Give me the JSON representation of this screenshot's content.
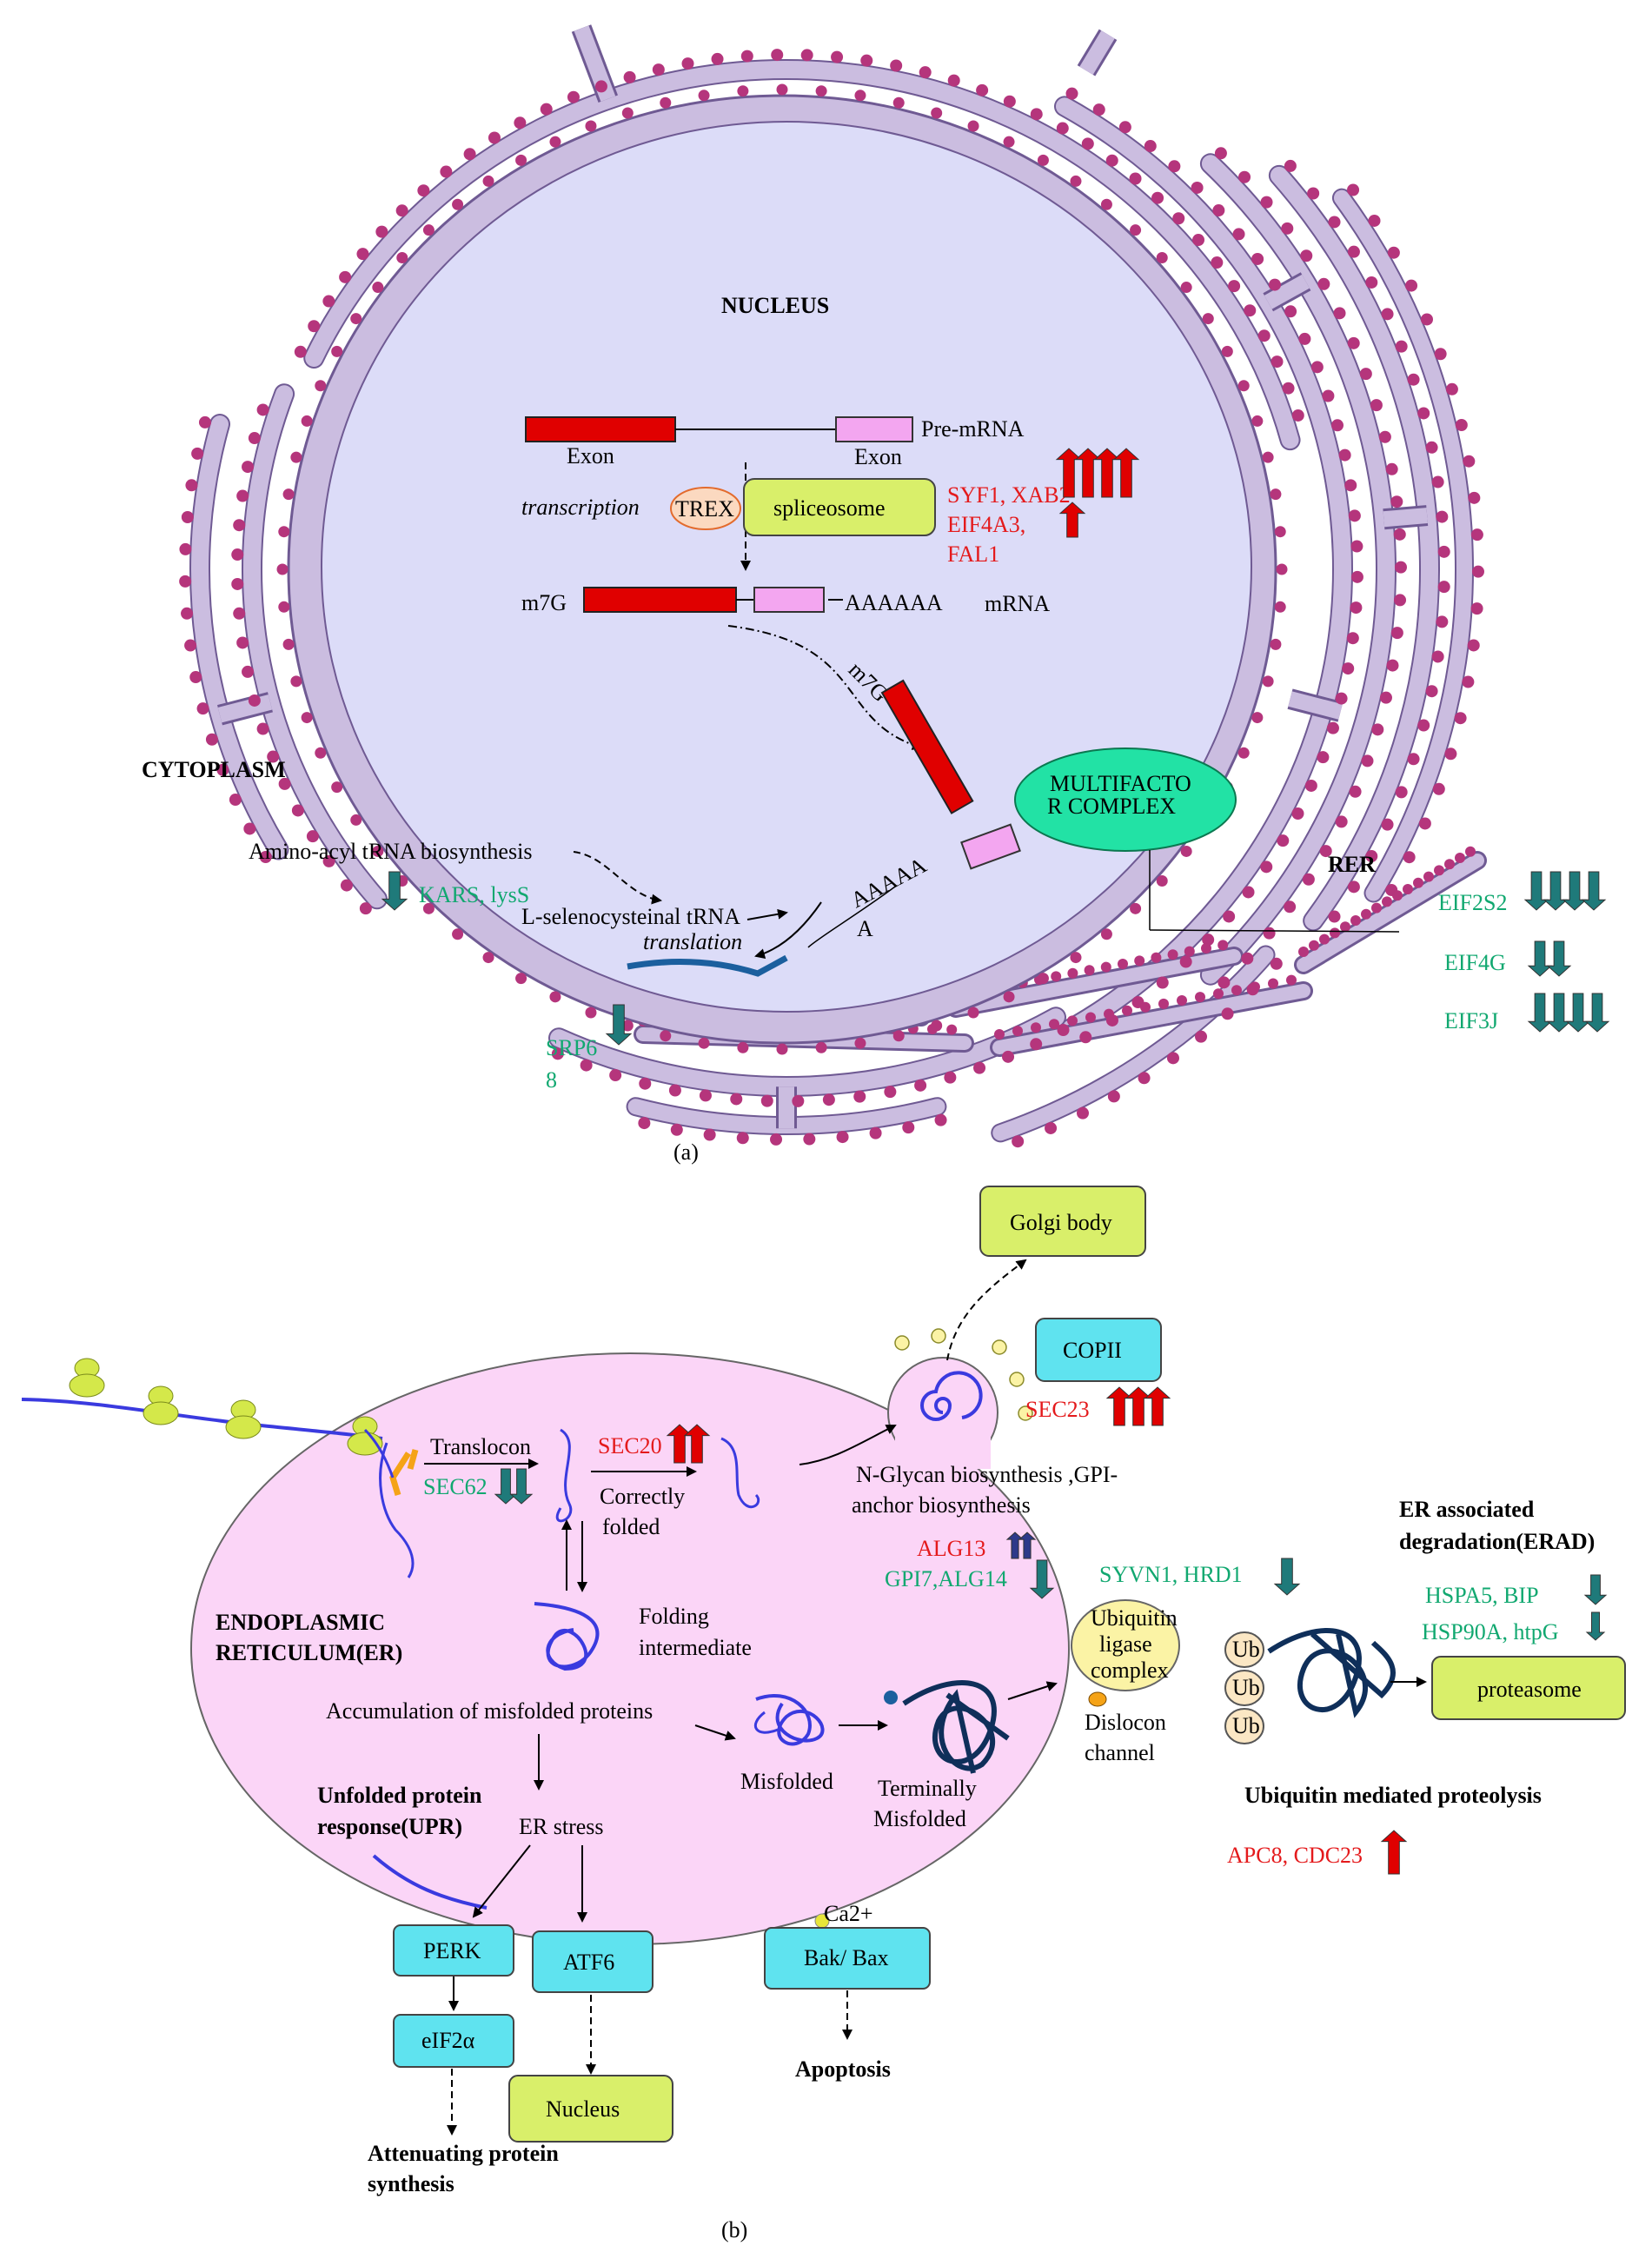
{
  "colors": {
    "membrane": "#cbbde0",
    "membrane_edge": "#6f5a93",
    "nucleus_fill": "#dcdcf8",
    "ribosome": "#b5357c",
    "exon_red": "#e00000",
    "exon_pink": "#f3a6f0",
    "lime_box": "#d9ef6a",
    "cyan_box": "#5fe3ef",
    "multifactor": "#22e2a5",
    "er_fill": "#fbd5f7",
    "up_red": "#e00000",
    "down_teal": "#1f7a7a",
    "gene_red": "#e41a1c",
    "gene_green": "#11a870",
    "protein_navy": "#0f2f5a",
    "protein_blue": "#3a3adf"
  },
  "panel_a": {
    "nucleus_label": "NUCLEUS",
    "cytoplasm_label": "CYTOPLASM",
    "rer_label": "RER",
    "pre_mrna_label": "Pre-mRNA",
    "exon_left": "Exon",
    "exon_right": "Exon",
    "transcription": "transcription",
    "trex": "TREX",
    "spliceosome": "spliceosome",
    "genes_up": [
      "SYF1, XAB2",
      "EIF4A3,",
      "FAL1"
    ],
    "m7g": "m7G",
    "polya": "AAAAAA",
    "mrna": "mRNA",
    "m7g_cap": "m7G",
    "multifactor": [
      "MULTIFACTO",
      "R COMPLEX"
    ],
    "aminoacyl": "Amino-acyl tRNA biosynthesis",
    "kars": "KARS, lysS",
    "selenocysteinal": "L-selenocysteinal tRNA",
    "translation": "translation",
    "polya_out": "AAAAA",
    "polya_a": "A",
    "srp_line1": "SRP6",
    "srp_line2": "8",
    "eif2s2": "EIF2S2",
    "eif4g": "EIF4G",
    "eif3j": "EIF3J",
    "caption": "(a)"
  },
  "panel_b": {
    "golgi": "Golgi body",
    "copii": "COPII",
    "sec23": "SEC23",
    "translocon": "Translocon",
    "sec62": "SEC62",
    "sec20": "SEC20",
    "correctly": [
      "Correctly",
      "folded"
    ],
    "nglycan": [
      "N-Glycan biosynthesis ,GPI-",
      "anchor biosynthesis"
    ],
    "alg13": "ALG13",
    "gpi7": "GPI7,ALG14",
    "syvn1": "SYVN1, HRD1",
    "ubiquitin_ligase": [
      "Ubiquitin",
      "ligase",
      "complex"
    ],
    "erad": [
      "ER associated",
      "degradation(ERAD)"
    ],
    "hspa5": "HSPA5, BIP",
    "hsp90": "HSP90A, htpG",
    "proteasome": "proteasome",
    "ub": "Ub",
    "ubiquitin_mediated": "Ubiquitin mediated proteolysis",
    "apc8": "APC8, CDC23",
    "er_label": [
      "ENDOPLASMIC",
      "RETICULUM(ER)"
    ],
    "folding": [
      "Folding",
      "intermediate"
    ],
    "accumulation": "Accumulation of misfolded proteins",
    "misfolded": "Misfolded",
    "terminally": [
      "Terminally",
      "Misfolded"
    ],
    "dislocon": [
      "Dislocon",
      "channel"
    ],
    "upr": [
      "Unfolded protein",
      "response(UPR)"
    ],
    "er_stress": "ER stress",
    "perk": "PERK",
    "atf6": "ATF6",
    "ca": "Ca2+",
    "bakbax": "Bak/ Bax",
    "eif2a": "eIF2α",
    "nucleus": "Nucleus",
    "apoptosis": "Apoptosis",
    "attenuating": [
      "Attenuating protein",
      "synthesis"
    ],
    "caption": "(b)"
  }
}
